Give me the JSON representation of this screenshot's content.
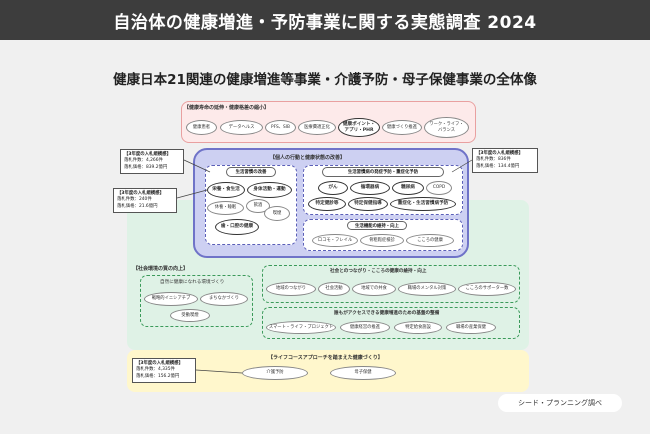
{
  "header": {
    "title": "自治体の健康増進・予防事業に関する実態調査 2024"
  },
  "subtitle": "健康日本21関連の健康増進等事業・介護予防・母子保健事業の全体像",
  "source": "シード・プランニング調べ",
  "top_section": {
    "label": "【健康寿命の延伸・健康格差の縮小】",
    "items": [
      "健康患者",
      "データヘルス",
      "PFS、SIB",
      "医療費適正化",
      "健康ポイント・\nアプリ・PHR",
      "健康づくり推進",
      "ワーク・ライフ・\nバランス"
    ]
  },
  "individual": {
    "label": "【個人の行動と健康状態の改善】",
    "lifestyle": {
      "title": "生活習慣の改善",
      "items": [
        "栄養・食生活",
        "身体活動・運動",
        "休養・睡眠",
        "飲酒",
        "喫煙",
        "歯・口腔の健康"
      ]
    },
    "prevention": {
      "title": "生活習慣病の発症予防・重症化予防",
      "items": [
        "がん",
        "循環器病",
        "糖尿病",
        "COPD",
        "特定健診等",
        "特定保健指導",
        "重症化・生活習慣病予防"
      ]
    },
    "function": {
      "title": "生活機能の維持・向上",
      "items": [
        "ロコモ・フレイル",
        "骨粗鬆症検診",
        "こころの健康"
      ]
    }
  },
  "social": {
    "label": "【社会環境の質の向上】",
    "natural": {
      "title": "自然に健康になれる環境づくり",
      "items": [
        "戦略的イニシアチブ",
        "まちなかづくり",
        "受動喫煙"
      ]
    },
    "connection": {
      "title": "社会とのつながり・こころの健康の維持・向上",
      "items": [
        "地域のつながり",
        "社会活動",
        "地域での共食",
        "職場のメンタル対策",
        "こころのサポーター数"
      ]
    },
    "access": {
      "title": "誰もがアクセスできる健康増進のための基盤の整備",
      "items": [
        "スマート・ライフ・プロジェクト",
        "健康経営の推進",
        "特定給食施設",
        "職場の産業保健"
      ]
    }
  },
  "lifecourse": {
    "label": "【ライフコースアプローチを踏まえた健康づくり】",
    "items": [
      "介護予防",
      "母子保健"
    ]
  },
  "callouts": [
    {
      "title": "【3年度の入札規模感】",
      "lines": [
        "落札件数：4,266件",
        "落札価格：839.2億円"
      ]
    },
    {
      "title": "【3年度の入札規模感】",
      "lines": [
        "落札件数：836件",
        "落札価格：134.4億円"
      ]
    },
    {
      "title": "【3年度の入札規模感】",
      "lines": [
        "落札件数：240件",
        "落札価格：21.6億円"
      ]
    },
    {
      "title": "【3年度の入札規模感】",
      "lines": [
        "落札件数：4,335件",
        "落札価格：156.2億円"
      ]
    }
  ],
  "colors": {
    "header_bg": "#3d3d3d",
    "top_zone": "#fdeaea",
    "purple_zone": "#cdd0f2",
    "green_zone": "#dff2e6",
    "yellow_zone": "#fff7cc",
    "purple_border": "#6f73c8",
    "green_dash": "#3b9a5a"
  }
}
